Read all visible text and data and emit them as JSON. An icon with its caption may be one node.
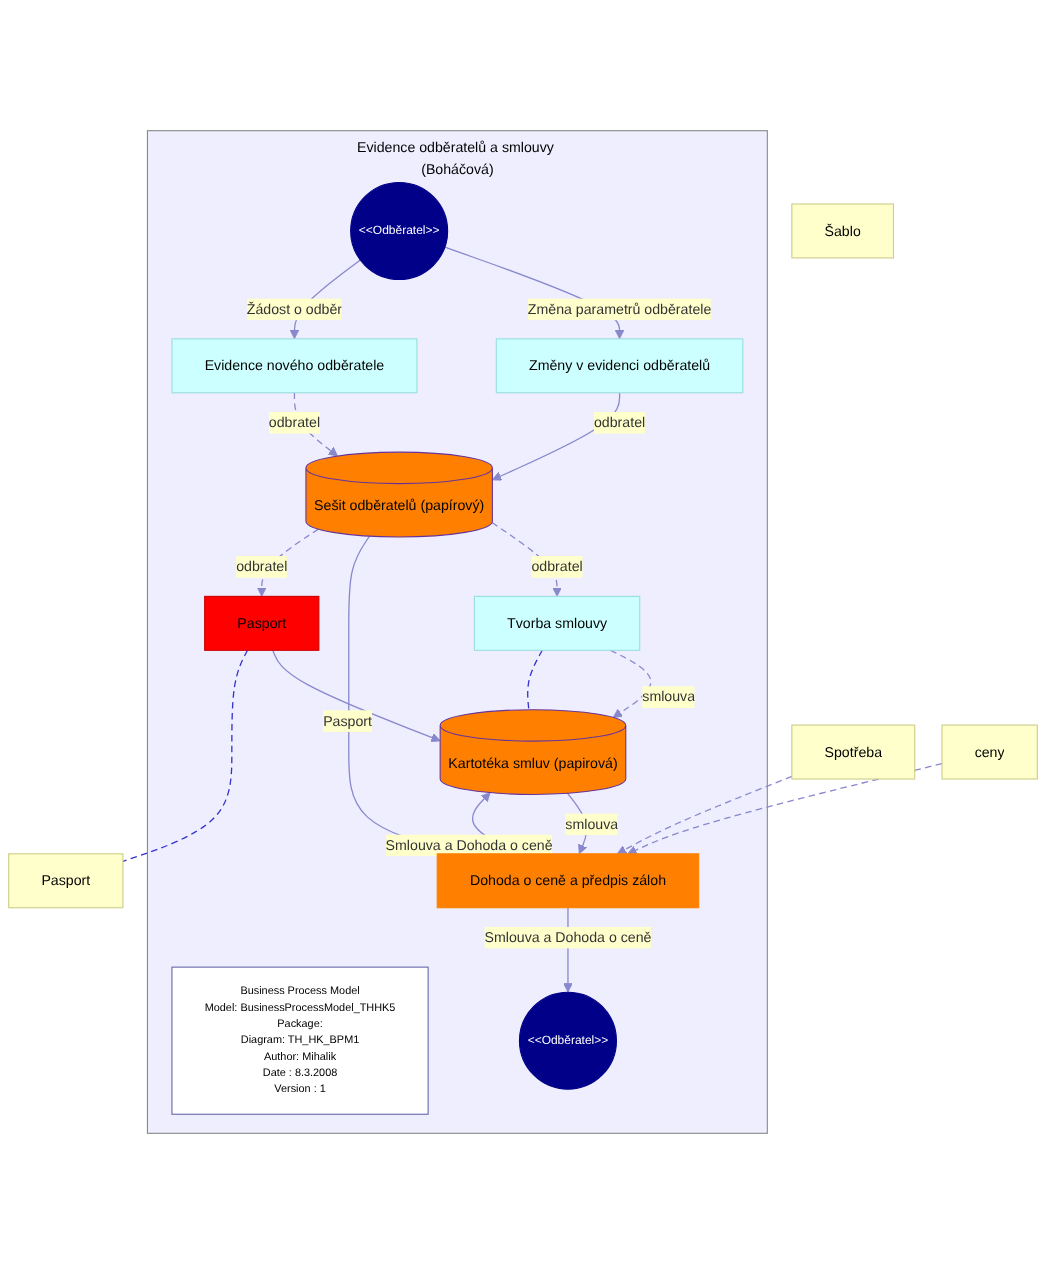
{
  "diagram": {
    "nodes": [
      {
        "text": [
          "Evidence odběratelů a smlouvy (Boháčová)"
        ]
      },
      {
        "text": [
          "Business Process Model",
          "Model: BusinessProcessModel_THHK5",
          "Package:",
          "Diagram: TH_HK_BPM1",
          "Author: Mihalik",
          "Date : 8.3.2008",
          "Version : 1"
        ],
        "in": 0
      },
      {
        "text": [
          "<<Odběratel>>"
        ],
        "in": 0
      },
      {
        "text": [
          "Změny v evidenci odběratelů"
        ],
        "in": 0
      },
      {
        "text": [
          "Evidence nového odběratele"
        ],
        "in": 0
      },
      {
        "text": [
          "Tvorba smlouvy"
        ],
        "in": 0
      },
      {
        "text": [
          "Sešit odběratelů (papírový)"
        ],
        "in": 0
      },
      {
        "text": [
          "Dohoda o ceně a předpis záloh"
        ],
        "in": 0
      },
      {
        "text": [
          "Kartotéka smluv (papirová)"
        ],
        "in": 0
      },
      {
        "text": [
          "Pasport"
        ],
        "in": 0
      },
      {
        "text": [
          "<<Odběratel>>"
        ],
        "in": 0
      },
      {
        "text": [
          "ceny"
        ]
      },
      {
        "text": [
          "Spotřeba"
        ]
      },
      {
        "text": [
          "Pasport"
        ]
      },
      {
        "text": [
          "Šablo"
        ]
      }
    ],
    "edges": [
      {
        "from": 2,
        "to": 3,
        "arrow": "to",
        "label": "Změna parametrů odběratele"
      },
      {
        "from": 2,
        "to": 4,
        "arrow": "to",
        "label": "Žádost o odběr"
      },
      {
        "from": 3,
        "to": 6,
        "arrow": "to",
        "label": "odbratel"
      },
      {
        "from": 4,
        "to": 6,
        "arrow": "to",
        "label": "odbratel",
        "style": "dashed"
      },
      {
        "from": 6,
        "to": 5,
        "arrow": "to",
        "label": "odbratel",
        "style": "dashed"
      },
      {
        "from": 5,
        "to": 8,
        "arrow": "to",
        "label": "smlouva",
        "style": "dashed"
      },
      {
        "from": 5,
        "to": 8,
        "arrow": "none",
        "style": "dashed",
        "color": "#3333cc"
      },
      {
        "from": 6,
        "to": 7,
        "arrow": "to"
      },
      {
        "from": 6,
        "to": 9,
        "arrow": "to",
        "label": "odbratel",
        "style": "dashed"
      },
      {
        "from": 7,
        "to": 8,
        "arrow": "to",
        "label": "Smlouva a Dohoda o ceně"
      },
      {
        "from": 8,
        "to": 7,
        "arrow": "to",
        "label": "smlouva"
      },
      {
        "from": 7,
        "to": 10,
        "arrow": "to",
        "label": "Smlouva a Dohoda o ceně"
      },
      {
        "from": 9,
        "to": 8,
        "arrow": "to",
        "label": "Pasport"
      },
      {
        "from": 11,
        "to": 7,
        "arrow": "to",
        "style": "dashed"
      },
      {
        "from": 12,
        "to": 7,
        "arrow": "to",
        "style": "dashed"
      },
      {
        "from": 9,
        "to": 13,
        "arrow": "none",
        "style": "dashed",
        "color": "#3333cc"
      }
    ]
  }
}
